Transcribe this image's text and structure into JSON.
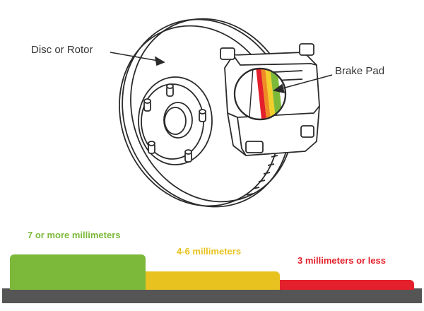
{
  "callouts": {
    "rotor_label": "Disc or Rotor",
    "pad_label": "Brake Pad"
  },
  "thickness_levels": [
    {
      "label": "7 or more millimeters",
      "color": "#7cb93a"
    },
    {
      "label": "4-6 millimeters",
      "color": "#e8c21f"
    },
    {
      "label": "3 millimeters or less",
      "color": "#e3202b"
    }
  ],
  "colors": {
    "line": "#2b2b2b",
    "base": "#555555",
    "pad_stripe_red": "#e3202b",
    "pad_stripe_orange": "#f08a24",
    "pad_stripe_yellow": "#f2cf2a",
    "pad_stripe_green": "#7cb93a"
  },
  "icons": [
    "brake-disc-icon",
    "caliper-icon"
  ]
}
